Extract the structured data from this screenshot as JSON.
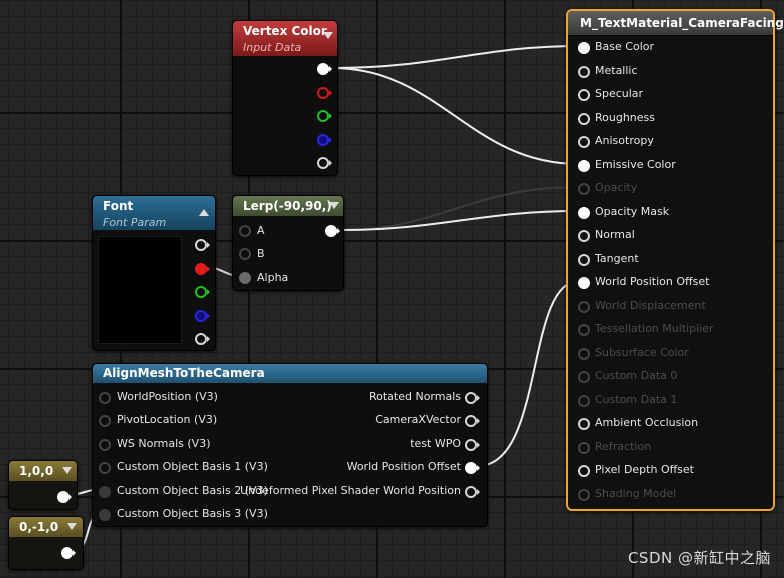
{
  "vertex_color": {
    "title": "Vertex Color",
    "subtitle": "Input Data",
    "pin_colors": [
      "#ffffff",
      "#d21919",
      "#1fc21f",
      "#2626e0",
      "#d6d6d6"
    ]
  },
  "font": {
    "title": "Font",
    "subtitle": "Font Param"
  },
  "lerp": {
    "title": "Lerp(-90,90,)",
    "inputs": [
      "A",
      "B",
      "Alpha"
    ]
  },
  "align": {
    "title": "AlignMeshToTheCamera",
    "inputs": [
      "WorldPosition (V3)",
      "PivotLocation (V3)",
      "WS Normals (V3)",
      "Custom Object Basis 1 (V3)",
      "Custom Object Basis 2 (V3)",
      "Custom Object Basis 3 (V3)"
    ],
    "outputs": [
      "Rotated Normals",
      "CameraXVector",
      "test WPO",
      "World Position Offset",
      "Undeformed Pixel Shader World Position"
    ]
  },
  "const1": {
    "value": "1,0,0"
  },
  "const2": {
    "value": "0,-1,0"
  },
  "material": {
    "title": "M_TextMaterial_CameraFacing",
    "pins": [
      {
        "label": "Base Color",
        "state": "connected"
      },
      {
        "label": "Metallic",
        "state": "open"
      },
      {
        "label": "Specular",
        "state": "open"
      },
      {
        "label": "Roughness",
        "state": "open"
      },
      {
        "label": "Anisotropy",
        "state": "open"
      },
      {
        "label": "Emissive Color",
        "state": "connected"
      },
      {
        "label": "Opacity",
        "state": "disabled"
      },
      {
        "label": "Opacity Mask",
        "state": "connected"
      },
      {
        "label": "Normal",
        "state": "open"
      },
      {
        "label": "Tangent",
        "state": "open"
      },
      {
        "label": "World Position Offset",
        "state": "connected"
      },
      {
        "label": "World Displacement",
        "state": "disabled"
      },
      {
        "label": "Tessellation Multiplier",
        "state": "disabled"
      },
      {
        "label": "Subsurface Color",
        "state": "disabled"
      },
      {
        "label": "Custom Data 0",
        "state": "disabled"
      },
      {
        "label": "Custom Data 1",
        "state": "disabled"
      },
      {
        "label": "Ambient Occlusion",
        "state": "open"
      },
      {
        "label": "Refraction",
        "state": "disabled"
      },
      {
        "label": "Pixel Depth Offset",
        "state": "open"
      },
      {
        "label": "Shading Model",
        "state": "disabled"
      }
    ]
  },
  "watermark": "CSDN @新缸中之脑"
}
